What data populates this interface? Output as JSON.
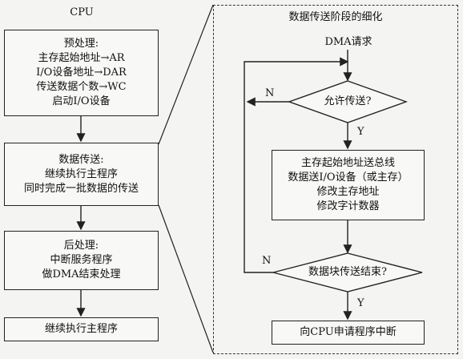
{
  "cpu": {
    "title": "CPU",
    "preprocess": {
      "heading": "预处理:",
      "lines": [
        "主存起始地址→AR",
        "I/O设备地址→DAR",
        "传送数据个数→WC",
        "启动I/O设备"
      ]
    },
    "transfer": {
      "heading": "数据传送:",
      "lines": [
        "继续执行主程序",
        "同时完成一批数据的传送"
      ]
    },
    "postprocess": {
      "heading": "后处理:",
      "lines": [
        "中断服务程序",
        "做DMA结束处理"
      ]
    },
    "resume": "继续执行主程序"
  },
  "detail": {
    "title": "数据传送阶段的细化",
    "dma_request": "DMA请求",
    "allow_question": "允许传送?",
    "process_lines": [
      "主存起始地址送总线",
      "数据送I/O设备（或主存）",
      "修改主存地址",
      "修改字计数器"
    ],
    "end_question": "数据块传送结束?",
    "interrupt": "向CPU申请程序中断",
    "yes": "Y",
    "no": "N"
  }
}
